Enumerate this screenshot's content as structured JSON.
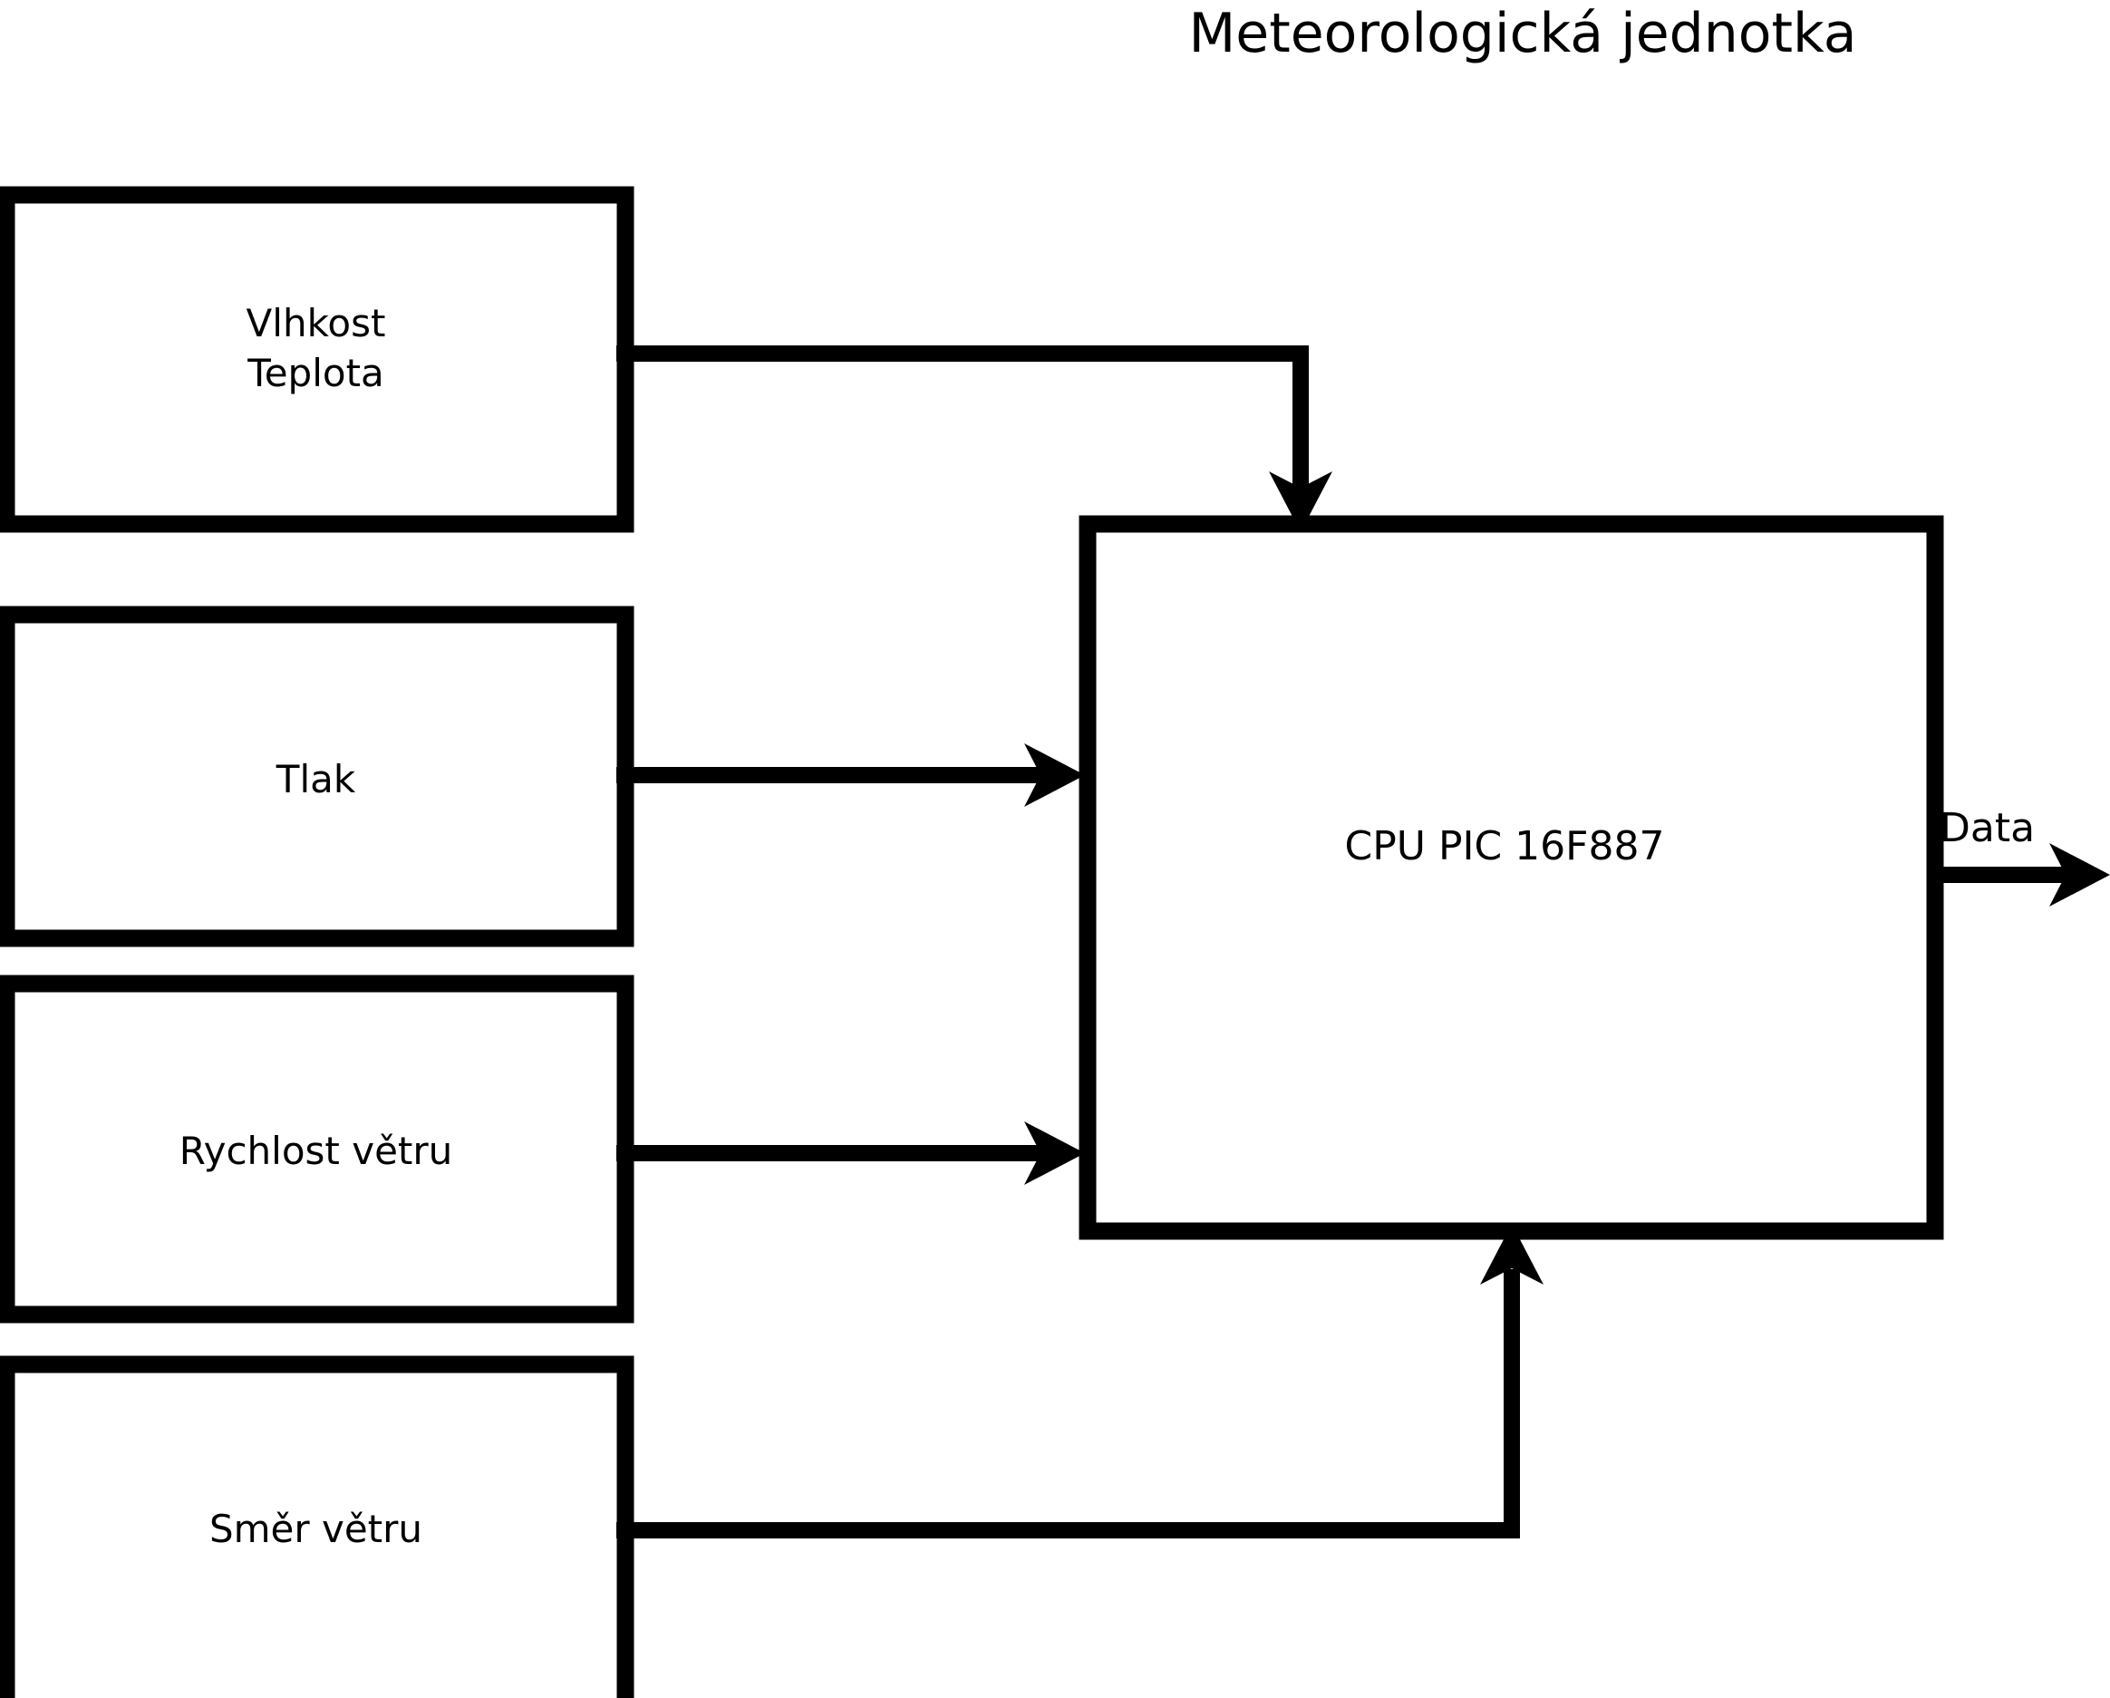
{
  "title": "Meteorologická jednotka",
  "colors": {
    "stroke": "#000000",
    "fill": "#ffffff",
    "text": "#000000"
  },
  "blocks": {
    "sensors": [
      {
        "label": "Vlhkost\nTeplota",
        "name": "humidity-temperature-block"
      },
      {
        "label": "Tlak",
        "name": "pressure-block"
      },
      {
        "label": "Rychlost větru",
        "name": "wind-speed-block"
      },
      {
        "label": "Směr větru",
        "name": "wind-direction-block"
      }
    ],
    "cpu": {
      "label": "CPU PIC 16F887"
    }
  },
  "connections": {
    "output_label": "Data",
    "edges": [
      {
        "from": "Vlhkost / Teplota",
        "to": "CPU PIC 16F887",
        "style": "elbow-down-arrow"
      },
      {
        "from": "Tlak",
        "to": "CPU PIC 16F887",
        "style": "straight-arrow"
      },
      {
        "from": "Rychlost větru",
        "to": "CPU PIC 16F887",
        "style": "straight-arrow"
      },
      {
        "from": "Směr větru",
        "to": "CPU PIC 16F887",
        "style": "elbow-up-arrow"
      },
      {
        "from": "CPU PIC 16F887",
        "to": "Data",
        "style": "straight-arrow"
      }
    ]
  }
}
